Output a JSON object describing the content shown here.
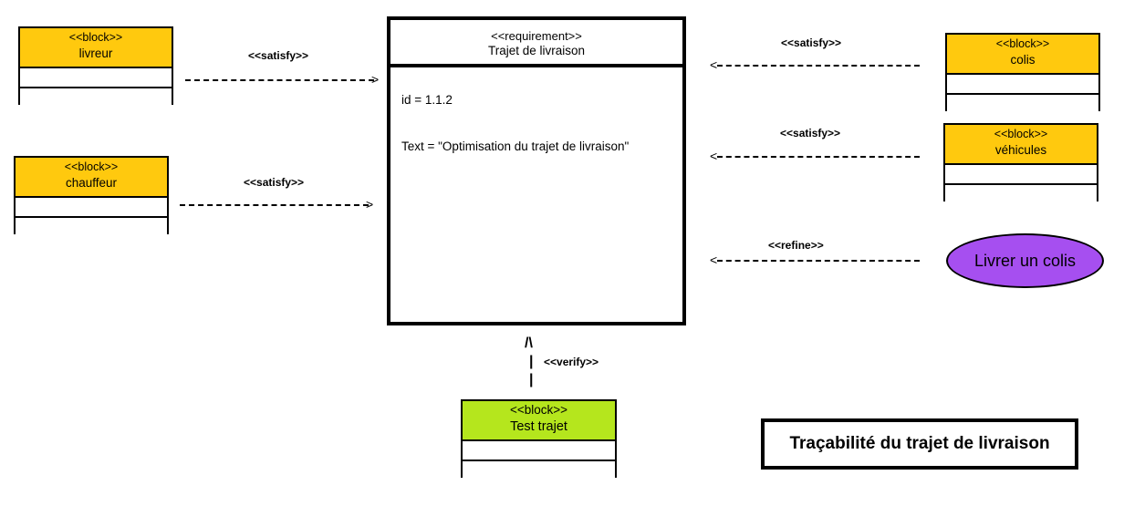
{
  "colors": {
    "block_fill": "#ffc90e",
    "test_block_fill": "#b5e61d",
    "usecase_fill": "#a64ff0",
    "line": "#000000"
  },
  "blocks": {
    "livreur": {
      "stereotype": "<<block>>",
      "name": "livreur"
    },
    "chauffeur": {
      "stereotype": "<<block>>",
      "name": "chauffeur"
    },
    "colis": {
      "stereotype": "<<block>>",
      "name": "colis"
    },
    "vehicules": {
      "stereotype": "<<block>>",
      "name": "véhicules"
    },
    "test_trajet": {
      "stereotype": "<<block>>",
      "name": "Test trajet"
    }
  },
  "requirement": {
    "stereotype": "<<requirement>>",
    "name": "Trajet de livraison",
    "id_line": "id =  1.1.2",
    "text_line": "Text = \"Optimisation du trajet de livraison\""
  },
  "relations": {
    "satisfy_livreur": "<<satisfy>>",
    "satisfy_chauffeur": "<<satisfy>>",
    "satisfy_colis": "<<satisfy>>",
    "satisfy_vehicules": "<<satisfy>>",
    "refine": "<<refine>>",
    "verify": "<<verify>>",
    "verify_head": "/\\"
  },
  "usecase": {
    "name": "Livrer un colis"
  },
  "diagram_title": "Traçabilité du trajet de livraison"
}
